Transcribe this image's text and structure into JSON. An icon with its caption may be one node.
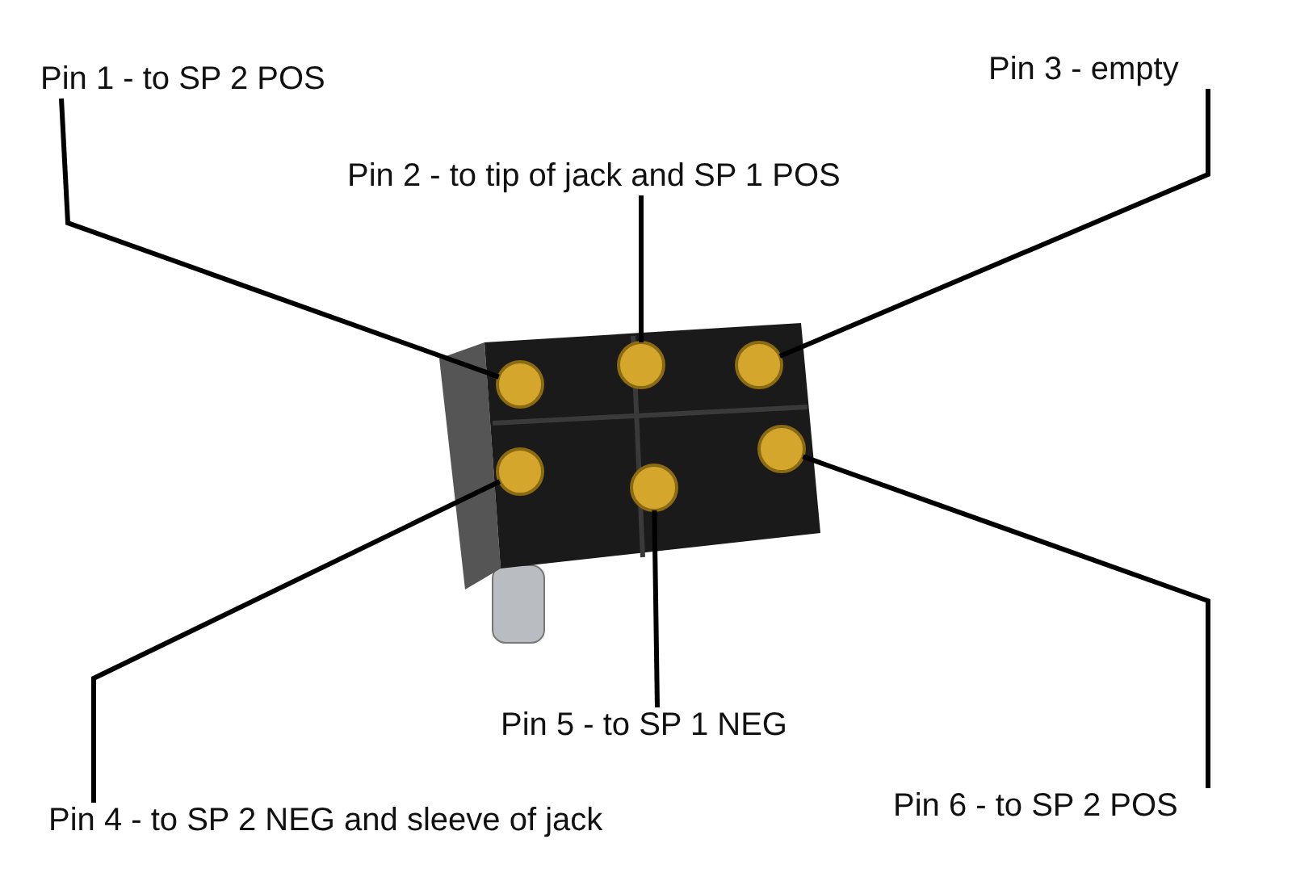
{
  "diagram": {
    "nodes": [
      {
        "text": [
          "Pin 1 - to SP 2 POS"
        ]
      },
      {
        "text": [
          "Pin 2 - to tip of jack and SP 1 POS"
        ]
      },
      {
        "text": [
          "Pin 3 - empty"
        ]
      },
      {
        "text": [
          "Pin 4 - to SP 2 NEG and sleeve of jack"
        ]
      },
      {
        "text": [
          "Pin 5 - to SP 1 NEG"
        ]
      },
      {
        "text": [
          "Pin 6 - to SP 2 POS"
        ]
      },
      {
        "text": [],
        "shape": "picture"
      },
      {
        "text": [],
        "shape": "circle",
        "in": 6
      },
      {
        "text": [],
        "shape": "circle",
        "in": 6
      },
      {
        "text": [],
        "shape": "circle",
        "in": 6
      },
      {
        "text": [],
        "shape": "circle",
        "in": 6
      },
      {
        "text": [],
        "shape": "circle",
        "in": 6
      },
      {
        "text": [],
        "shape": "circle",
        "in": 6
      }
    ],
    "edges": [
      {
        "from": 0,
        "to": 7,
        "arrow": "none"
      },
      {
        "from": 1,
        "to": 8,
        "arrow": "none"
      },
      {
        "from": 2,
        "to": 9,
        "arrow": "none"
      },
      {
        "from": 3,
        "to": 10,
        "arrow": "none"
      },
      {
        "from": 4,
        "to": 11,
        "arrow": "none"
      },
      {
        "from": 5,
        "to": 12,
        "arrow": "none"
      }
    ]
  }
}
